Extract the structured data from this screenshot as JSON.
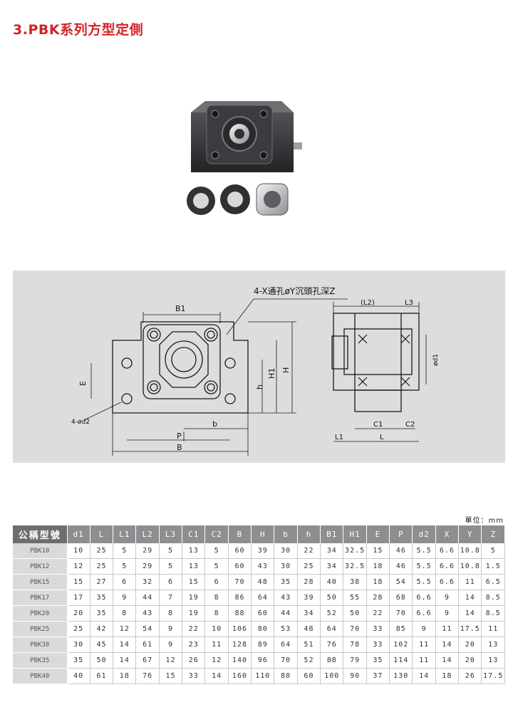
{
  "title": "3.PBK系列方型定側",
  "drawing": {
    "callout": "4-X通孔øY沉頭孔深Z",
    "labels": {
      "B1": "B1",
      "E": "E",
      "h": "h",
      "H1": "H1",
      "H": "H",
      "d2": "4-ød2",
      "b": "b",
      "P": "P",
      "B": "B",
      "L2": "(L2)",
      "L3": "L3",
      "d1": "ød1",
      "C1": "C1",
      "C2": "C2",
      "L1": "L1",
      "L": "L"
    }
  },
  "unit_note": "單位：mm",
  "table": {
    "model_header": "公稱型號",
    "columns": [
      "d1",
      "L",
      "L1",
      "L2",
      "L3",
      "C1",
      "C2",
      "B",
      "H",
      "b",
      "h",
      "B1",
      "H1",
      "E",
      "P",
      "d2",
      "X",
      "Y",
      "Z"
    ],
    "rows": [
      {
        "model": "PBK10",
        "cells": [
          "10",
          "25",
          "5",
          "29",
          "5",
          "13",
          "5",
          "60",
          "39",
          "30",
          "22",
          "34",
          "32.5",
          "15",
          "46",
          "5.5",
          "6.6",
          "10.8",
          "5"
        ]
      },
      {
        "model": "PBK12",
        "cells": [
          "12",
          "25",
          "5",
          "29",
          "5",
          "13",
          "5",
          "60",
          "43",
          "30",
          "25",
          "34",
          "32.5",
          "18",
          "46",
          "5.5",
          "6.6",
          "10.8",
          "1.5"
        ]
      },
      {
        "model": "PBK15",
        "cells": [
          "15",
          "27",
          "6",
          "32",
          "6",
          "15",
          "6",
          "70",
          "48",
          "35",
          "28",
          "40",
          "38",
          "18",
          "54",
          "5.5",
          "6.6",
          "11",
          "6.5"
        ]
      },
      {
        "model": "PBK17",
        "cells": [
          "17",
          "35",
          "9",
          "44",
          "7",
          "19",
          "8",
          "86",
          "64",
          "43",
          "39",
          "50",
          "55",
          "28",
          "68",
          "6.6",
          "9",
          "14",
          "8.5"
        ]
      },
      {
        "model": "PBK20",
        "cells": [
          "20",
          "35",
          "8",
          "43",
          "8",
          "19",
          "8",
          "88",
          "60",
          "44",
          "34",
          "52",
          "50",
          "22",
          "70",
          "6.6",
          "9",
          "14",
          "8.5"
        ]
      },
      {
        "model": "PBK25",
        "cells": [
          "25",
          "42",
          "12",
          "54",
          "9",
          "22",
          "10",
          "106",
          "80",
          "53",
          "48",
          "64",
          "70",
          "33",
          "85",
          "9",
          "11",
          "17.5",
          "11"
        ]
      },
      {
        "model": "PBK30",
        "cells": [
          "30",
          "45",
          "14",
          "61",
          "9",
          "23",
          "11",
          "128",
          "89",
          "64",
          "51",
          "76",
          "78",
          "33",
          "102",
          "11",
          "14",
          "20",
          "13"
        ]
      },
      {
        "model": "PBK35",
        "cells": [
          "35",
          "50",
          "14",
          "67",
          "12",
          "26",
          "12",
          "140",
          "96",
          "70",
          "52",
          "88",
          "79",
          "35",
          "114",
          "11",
          "14",
          "20",
          "13"
        ]
      },
      {
        "model": "PBK40",
        "cells": [
          "40",
          "61",
          "18",
          "76",
          "15",
          "33",
          "14",
          "160",
          "110",
          "80",
          "60",
          "100",
          "90",
          "37",
          "130",
          "14",
          "18",
          "26",
          "17.5"
        ]
      }
    ]
  },
  "colors": {
    "title_red": "#d2232a",
    "panel_gray": "#dcdddf",
    "header_gray": "#8d8e90",
    "header_dark": "#6d6e70",
    "model_cell": "#d9dadc"
  }
}
